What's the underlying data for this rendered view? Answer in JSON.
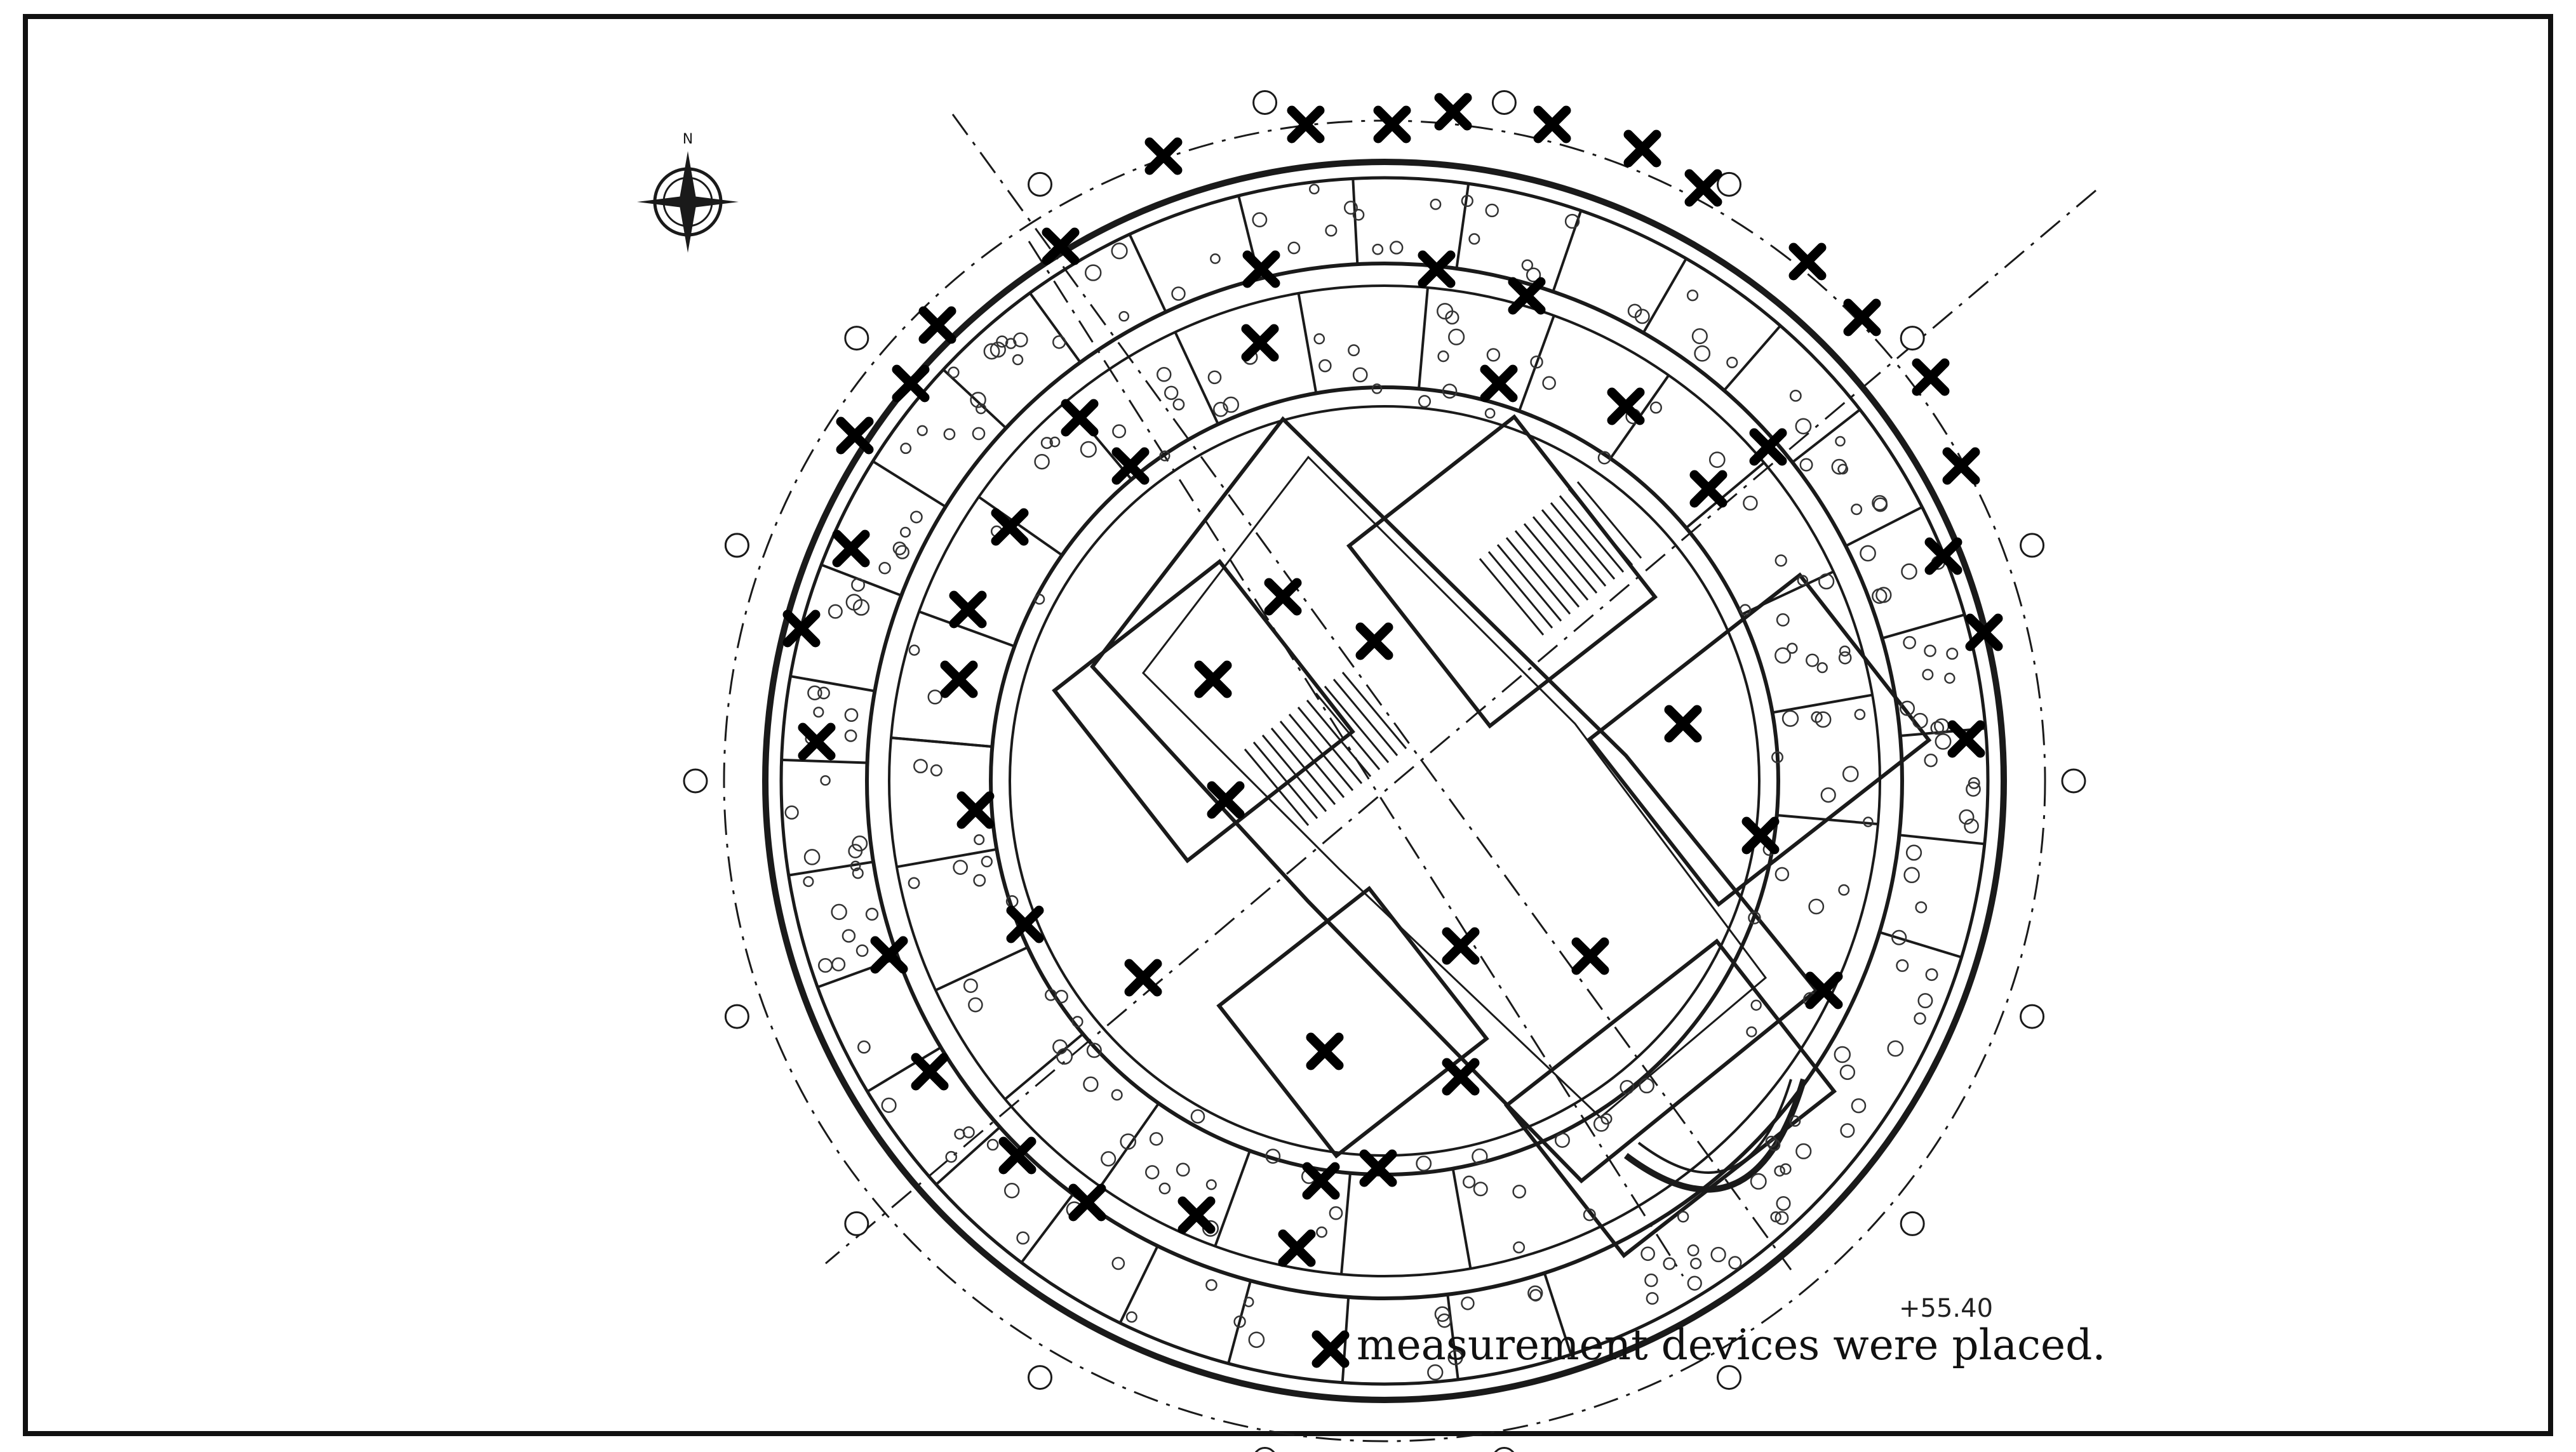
{
  "figure": {
    "legend_text": "measurement devices were placed.",
    "elevation_label": "+55.40",
    "compass_letter": "N",
    "device_marker_icon": "x-cross-icon",
    "device_marker_count": 56,
    "colors": {
      "line": "#1a1a1a",
      "marker": "#000000",
      "background": "#ffffff"
    }
  }
}
